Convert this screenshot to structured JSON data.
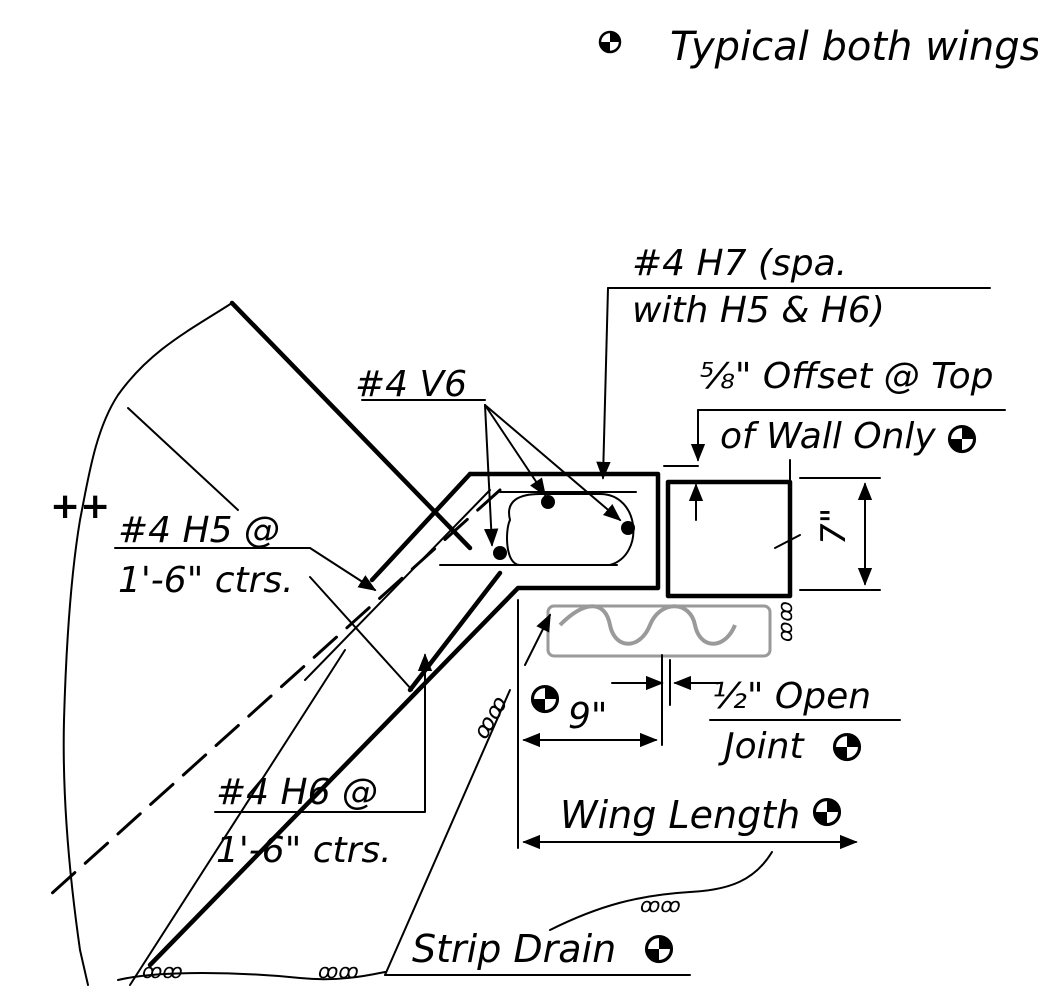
{
  "legend": {
    "symbol": "center-mark-icon",
    "text": "Typical both wings"
  },
  "labels": {
    "h7_line1": "#4 H7 (spa.",
    "h7_line2": "with H5 & H6)",
    "offset_line1": "⅝\" Offset @ Top",
    "offset_line2": "of Wall Only",
    "v6": "#4 V6",
    "h5_line1": "#4 H5 @",
    "h5_line2": "1'-6\" ctrs.",
    "h6_line1": "#4 H6 @",
    "h6_line2": "1'-6\" ctrs.",
    "dim_7": "7\"",
    "dim_9": "9\"",
    "open_joint_line1": "½\" Open",
    "open_joint_line2": "Joint",
    "wing_length": "Wing Length",
    "strip_drain": "Strip Drain",
    "plus_marks": "++"
  },
  "colors": {
    "ink": "#000000",
    "strip_drain": "#9a9a9a",
    "background": "#ffffff"
  }
}
